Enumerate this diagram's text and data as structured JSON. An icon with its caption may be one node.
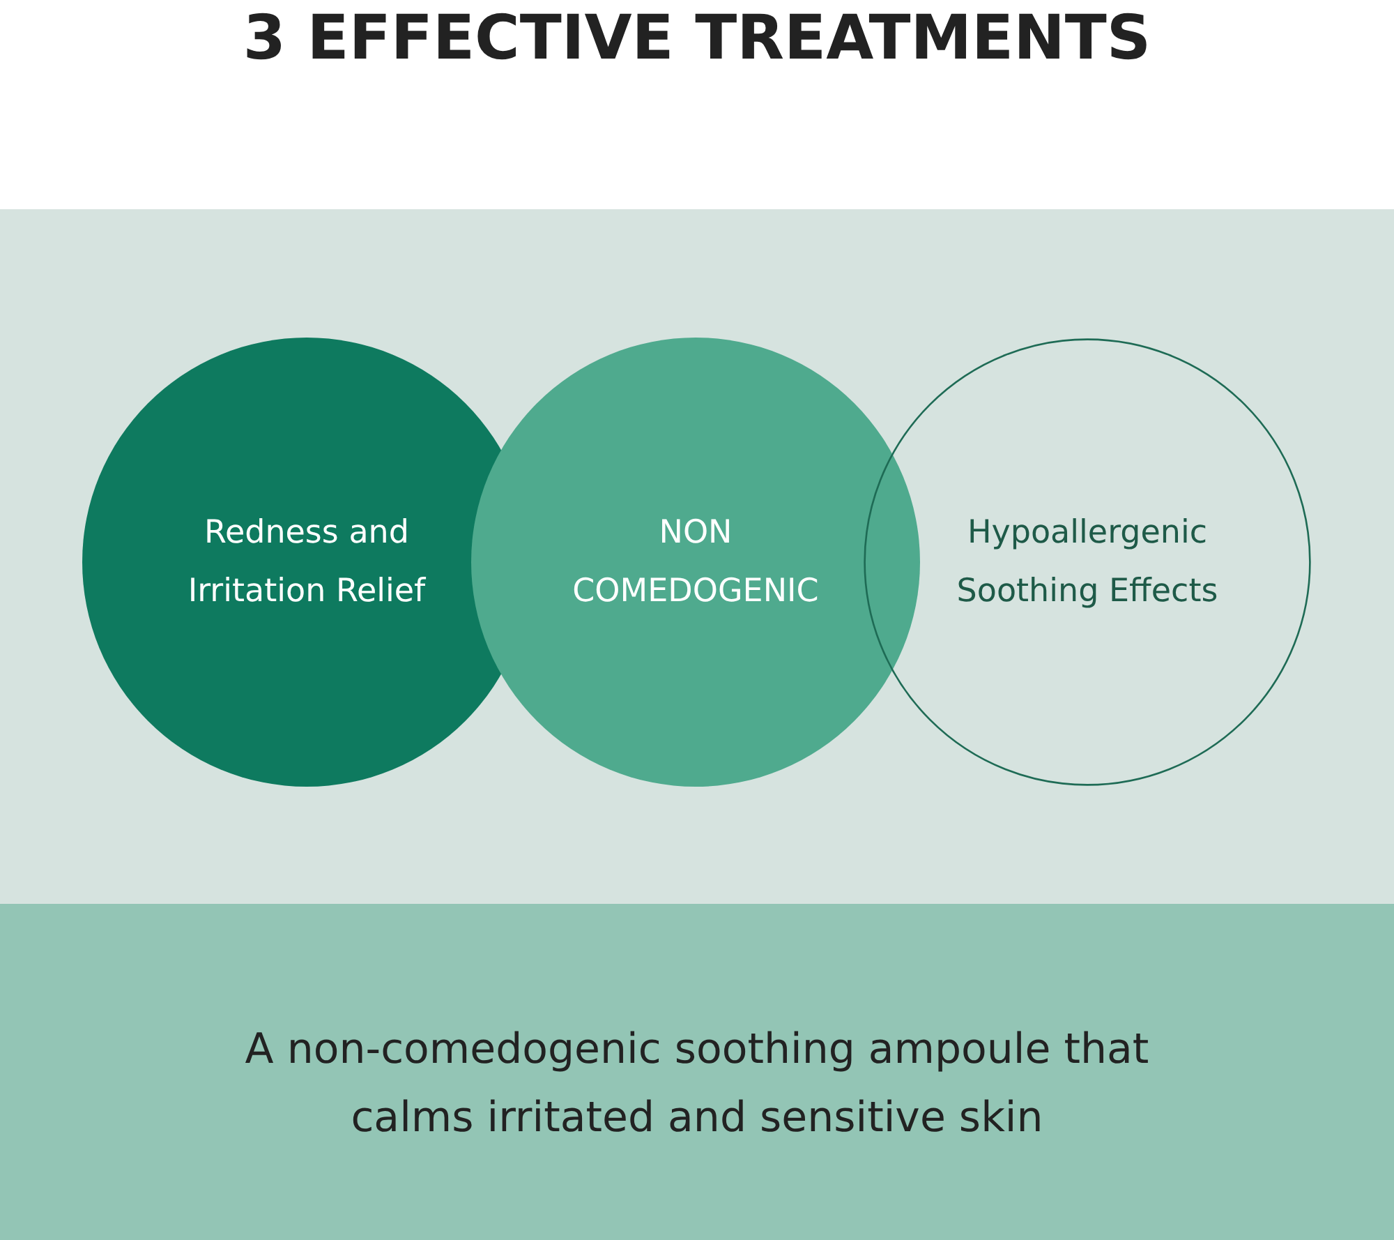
{
  "diagram": {
    "title": "3 EFFECTIVE TREATMENTS",
    "caption": "A non-comedogenic soothing ampoule that calms irritated and sensitive skin",
    "nodes": [
      {
        "text": [
          "Redness and Irritation Relief"
        ]
      },
      {
        "text": [
          "NON COMEDOGENIC"
        ]
      },
      {
        "text": [
          "Hypoallergenic Soothing Effects"
        ]
      }
    ]
  }
}
